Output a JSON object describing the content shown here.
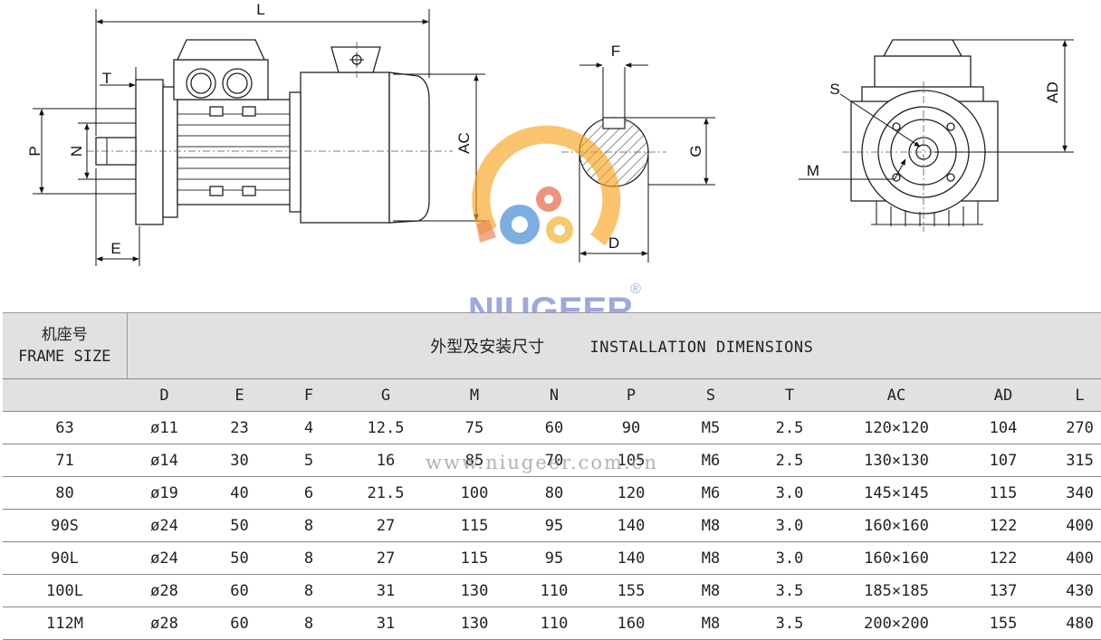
{
  "drawing": {
    "labels": {
      "L": "L",
      "T": "T",
      "P": "P",
      "N": "N",
      "E": "E",
      "AC": "AC",
      "F": "F",
      "G": "G",
      "D": "D",
      "S": "S",
      "M": "M",
      "AD": "AD"
    }
  },
  "watermark": {
    "brand": "NIUGEER",
    "registered": "®",
    "website": "www.niugeer.com.cn",
    "colors": {
      "gear_orange": "#f7a21b",
      "gear_blue": "#4a8fd6",
      "text_blue": "#8f9ad8"
    }
  },
  "table": {
    "frame_label_cn": "机座号",
    "frame_label_en": "FRAME SIZE",
    "title_cn": "外型及安装尺寸",
    "title_en": "INSTALLATION DIMENSIONS",
    "columns": [
      "D",
      "E",
      "F",
      "G",
      "M",
      "N",
      "P",
      "S",
      "T",
      "AC",
      "AD",
      "L"
    ],
    "rows": [
      {
        "frame": "63",
        "values": [
          "ø11",
          "23",
          "4",
          "12.5",
          "75",
          "60",
          "90",
          "M5",
          "2.5",
          "120×120",
          "104",
          "270"
        ]
      },
      {
        "frame": "71",
        "values": [
          "ø14",
          "30",
          "5",
          "16",
          "85",
          "70",
          "105",
          "M6",
          "2.5",
          "130×130",
          "107",
          "315"
        ]
      },
      {
        "frame": "80",
        "values": [
          "ø19",
          "40",
          "6",
          "21.5",
          "100",
          "80",
          "120",
          "M6",
          "3.0",
          "145×145",
          "115",
          "340"
        ]
      },
      {
        "frame": "90S",
        "values": [
          "ø24",
          "50",
          "8",
          "27",
          "115",
          "95",
          "140",
          "M8",
          "3.0",
          "160×160",
          "122",
          "400"
        ]
      },
      {
        "frame": "90L",
        "values": [
          "ø24",
          "50",
          "8",
          "27",
          "115",
          "95",
          "140",
          "M8",
          "3.0",
          "160×160",
          "122",
          "400"
        ]
      },
      {
        "frame": "100L",
        "values": [
          "ø28",
          "60",
          "8",
          "31",
          "130",
          "110",
          "155",
          "M8",
          "3.5",
          "185×185",
          "137",
          "430"
        ]
      },
      {
        "frame": "112M",
        "values": [
          "ø28",
          "60",
          "8",
          "31",
          "130",
          "110",
          "160",
          "M8",
          "3.5",
          "200×200",
          "155",
          "480"
        ]
      }
    ]
  }
}
